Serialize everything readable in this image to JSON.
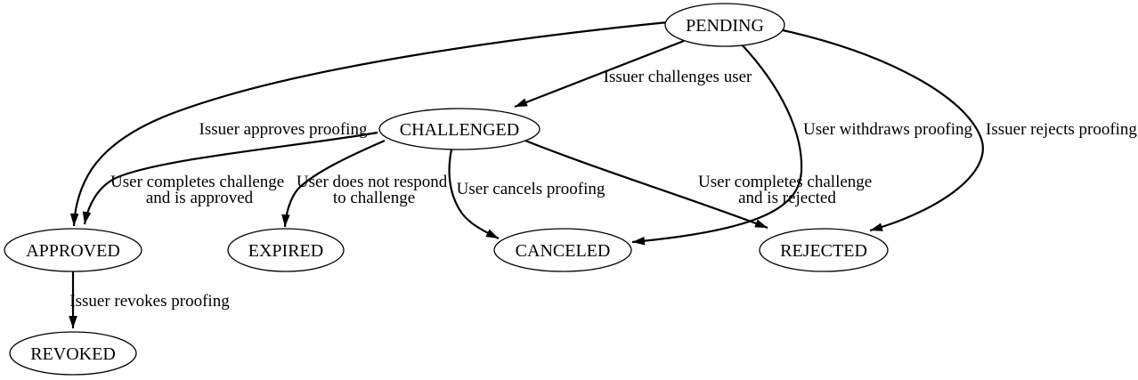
{
  "diagram": {
    "type": "state-machine-graph",
    "colors": {
      "background": "#ffffff",
      "stroke": "#000000",
      "text": "#000000",
      "node_fill": "#ffffff"
    }
  },
  "nodes": {
    "pending": {
      "label": "PENDING"
    },
    "challenged": {
      "label": "CHALLENGED"
    },
    "approved": {
      "label": "APPROVED"
    },
    "expired": {
      "label": "EXPIRED"
    },
    "canceled": {
      "label": "CANCELED"
    },
    "rejected": {
      "label": "REJECTED"
    },
    "revoked": {
      "label": "REVOKED"
    }
  },
  "edges": [
    {
      "from": "PENDING",
      "to": "CHALLENGED",
      "label": "Issuer challenges user",
      "lines": [
        "Issuer challenges user"
      ]
    },
    {
      "from": "PENDING",
      "to": "APPROVED",
      "label": "Issuer approves proofing",
      "lines": [
        "Issuer approves proofing"
      ]
    },
    {
      "from": "CHALLENGED",
      "to": "APPROVED",
      "label": "User completes challenge and is approved",
      "lines": [
        "User completes challenge",
        "and is approved"
      ]
    },
    {
      "from": "CHALLENGED",
      "to": "EXPIRED",
      "label": "User does not respond to challenge",
      "lines": [
        "User does not respond",
        "to challenge"
      ]
    },
    {
      "from": "CHALLENGED",
      "to": "CANCELED",
      "label": "User cancels proofing",
      "lines": [
        "User cancels proofing"
      ]
    },
    {
      "from": "CHALLENGED",
      "to": "REJECTED",
      "label": "User completes challenge and is rejected",
      "lines": [
        "User completes challenge",
        "and is rejected"
      ]
    },
    {
      "from": "PENDING",
      "to": "CANCELED",
      "label": "User withdraws proofing",
      "lines": [
        "User withdraws proofing"
      ]
    },
    {
      "from": "PENDING",
      "to": "REJECTED",
      "label": "Issuer rejects proofing",
      "lines": [
        "Issuer rejects proofing"
      ]
    },
    {
      "from": "APPROVED",
      "to": "REVOKED",
      "label": "Issuer revokes proofing",
      "lines": [
        "Issuer revokes proofing"
      ]
    }
  ]
}
